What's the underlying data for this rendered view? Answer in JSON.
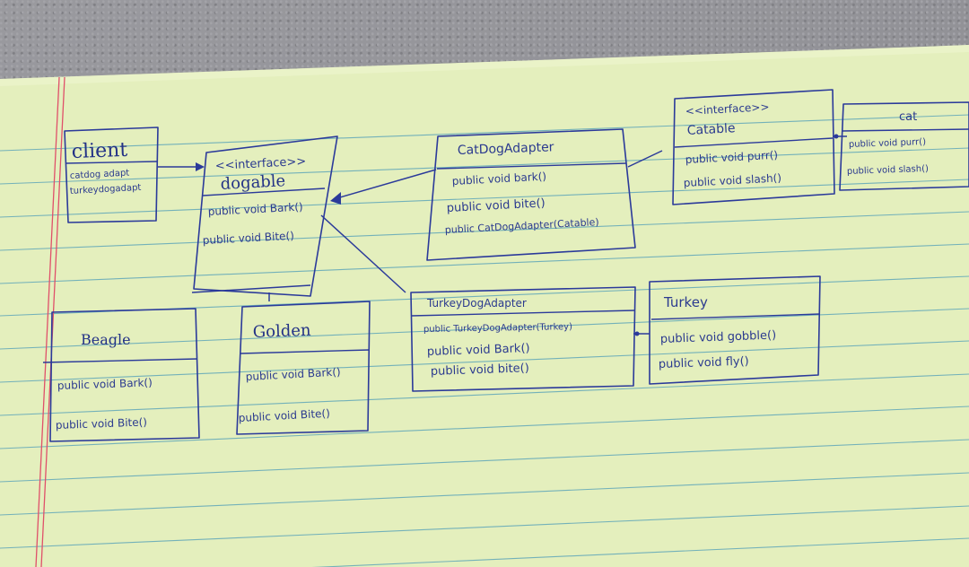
{
  "classes": {
    "client": {
      "name": "client",
      "members": [
        "catdog adapt",
        "turkeydogadapt"
      ]
    },
    "dogable": {
      "stereotype": "<<interface>>",
      "name": "dogable",
      "members": [
        "public void Bark()",
        "public void Bite()"
      ]
    },
    "catdog_adapter": {
      "name": "CatDogAdapter",
      "members": [
        "public void bark()",
        "public void bite()",
        "public CatDogAdapter(Catable)"
      ]
    },
    "catable": {
      "stereotype": "<<interface>>",
      "name": "Catable",
      "members": [
        "public void purr()",
        "public void slash()"
      ]
    },
    "cat": {
      "name": "cat",
      "members": [
        "public void purr()",
        "public void slash()"
      ]
    },
    "beagle": {
      "name": "Beagle",
      "members": [
        "public void Bark()",
        "public void Bite()"
      ]
    },
    "golden": {
      "name": "Golden",
      "members": [
        "public void Bark()",
        "public void Bite()"
      ]
    },
    "turkey_dog_adapter": {
      "name": "TurkeyDogAdapter",
      "members": [
        "public TurkeyDogAdapter(Turkey)",
        "public void Bark()",
        "public void bite()"
      ]
    },
    "turkey": {
      "name": "Turkey",
      "members": [
        "public void gobble()",
        "public void fly()"
      ]
    }
  },
  "colors": {
    "ink": "#2b3a9a",
    "paper": "#e4efbd",
    "rule": "#5fa6b8",
    "margin": "#e0506a",
    "desk": "#8e8e93"
  }
}
